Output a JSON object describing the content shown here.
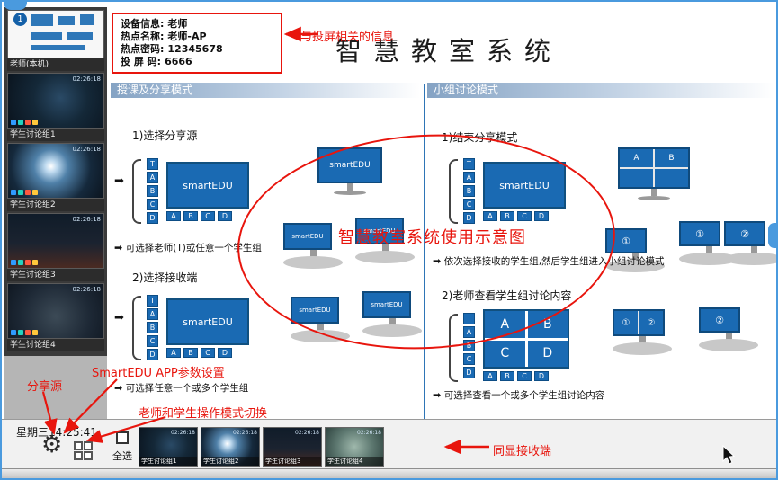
{
  "window": {
    "screen_badge": "1"
  },
  "icons": {
    "gear": "⚙"
  },
  "title": "智慧教室系统",
  "sidebar": {
    "items": [
      {
        "label": "老师(本机)",
        "time": ""
      },
      {
        "label": "学生讨论组1",
        "time": "02:26:18"
      },
      {
        "label": "学生讨论组2",
        "time": "02:26:18"
      },
      {
        "label": "学生讨论组3",
        "time": "02:26:18"
      },
      {
        "label": "学生讨论组4",
        "time": "02:26:18"
      }
    ]
  },
  "info_box": {
    "device_label": "设备信息:",
    "device_value": "老师",
    "hotspot_label": "热点名称:",
    "hotspot_value": "老师-AP",
    "password_label": "热点密码:",
    "password_value": "12345678",
    "cast_label": "投 屏 码:",
    "cast_value": "6666"
  },
  "annotations": {
    "projection_info": "与投屏相关的信息",
    "diagram_caption": "智慧教室系统使用示意图",
    "share_source": "分享源",
    "app_settings": "SmartEDU APP参数设置",
    "mode_switch": "老师和学生操作模式切换",
    "receiver": "同显接收端"
  },
  "screen_label": "smartEDU",
  "letters": {
    "stack": [
      "T",
      "A",
      "B",
      "C",
      "D"
    ],
    "row": [
      "A",
      "B",
      "C",
      "D"
    ],
    "quad": [
      "A",
      "B",
      "C",
      "D"
    ],
    "grid2x2": [
      "A",
      "B",
      "",
      ""
    ],
    "num1": "①",
    "num2": "②"
  },
  "left_panel": {
    "header": "授课及分享模式",
    "step1": "1)选择分享源",
    "note1": "可选择老师(T)或任意一个学生组",
    "step2": "2)选择接收端",
    "note2": "可选择任意一个或多个学生组"
  },
  "right_panel": {
    "header": "小组讨论模式",
    "step1": "1)结束分享模式",
    "note1": "依次选择接收的学生组,然后学生组进入小组讨论模式",
    "step2": "2)老师查看学生组讨论内容",
    "note2": "可选择查看一个或多个学生组讨论内容"
  },
  "bottom_bar": {
    "clock": "星期三14:25:41",
    "select_all": "全选",
    "thumbnails": [
      {
        "label": "学生讨论组1",
        "time": "02:26:18"
      },
      {
        "label": "学生讨论组2",
        "time": "02:26:18"
      },
      {
        "label": "学生讨论组3",
        "time": "02:26:18"
      },
      {
        "label": "学生讨论组4",
        "time": "02:26:18"
      }
    ]
  },
  "colors": {
    "accent_blue": "#1a6ab3",
    "annotation_red": "#e8150d",
    "window_border": "#4a9ade"
  }
}
